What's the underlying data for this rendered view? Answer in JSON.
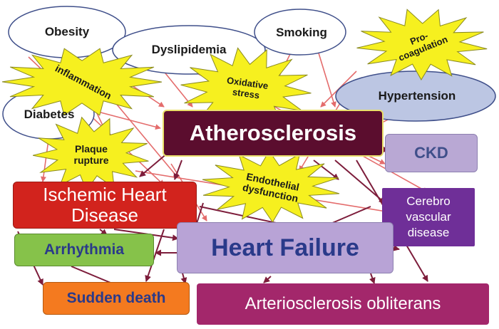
{
  "risk_factors": {
    "obesity": "Obesity",
    "dyslipidemia": "Dyslipidemia",
    "smoking": "Smoking",
    "diabetes": "Diabetes",
    "hypertension": "Hypertension"
  },
  "mechanisms": {
    "inflammation": "inflammation",
    "oxidative_stress": "Oxidative stress",
    "pro_coagulation": "Pro-coagulation",
    "plaque_rupture": "Plaque rupture",
    "endothelial_dysfunction": "Endothelial dysfunction"
  },
  "outcomes": {
    "atherosclerosis": "Atherosclerosis",
    "ckd": "CKD",
    "ischemic_heart_disease": "Ischemic Heart Disease",
    "cerebrovascular_disease": "Cerebro vascular disease",
    "arrhythmia": "Arrhythmia",
    "heart_failure": "Heart Failure",
    "sudden_death": "Sudden death",
    "arteriosclerosis_obliterans": "Arteriosclerosis obliterans"
  },
  "colors": {
    "ellipse_fill": "#ffffff",
    "ellipse_stroke": "#3f4f8a",
    "hypertension_fill": "#bcc6e3",
    "burst_fill": "#f6f01f",
    "burst_stroke": "#8a8a20",
    "arrow_light": "#e46c6c",
    "arrow_dark": "#7d1d3b",
    "atherosclerosis_fill": "#5b0d2e",
    "ckd_fill": "#b9a8d4",
    "ckd_text": "#3f4f8a",
    "ihd_fill": "#d2231d",
    "cerebro_fill": "#6f2f98",
    "arrhythmia_fill": "#86c24a",
    "arrhythmia_text": "#2a3a8a",
    "heart_failure_fill": "#b8a3d6",
    "heart_failure_text": "#2a3a8a",
    "sudden_death_fill": "#f47a1f",
    "sudden_death_text": "#2a3a8a",
    "aso_fill": "#a3276b"
  }
}
